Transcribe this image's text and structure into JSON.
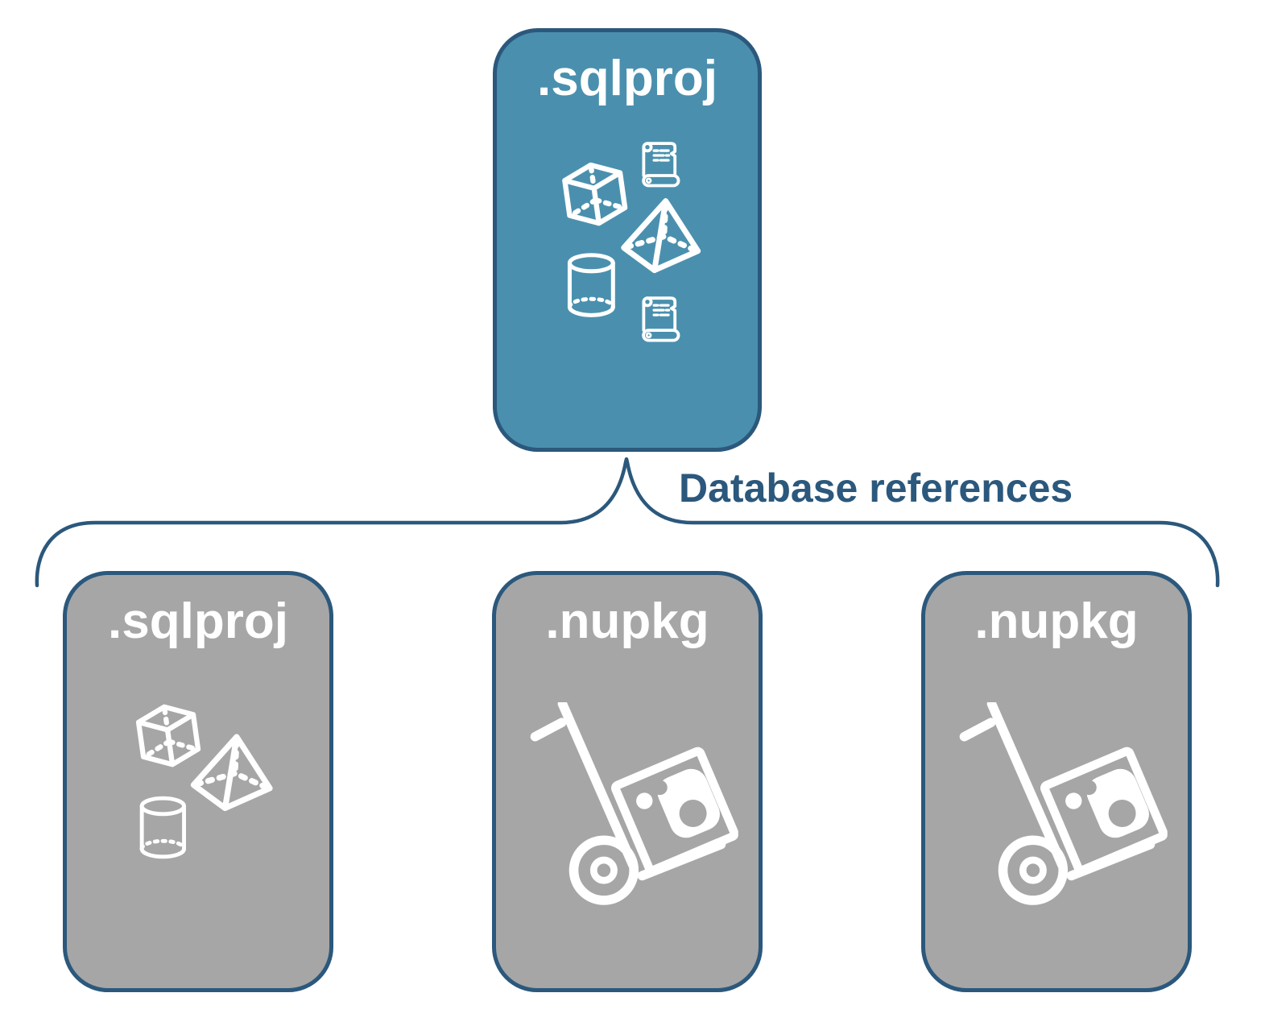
{
  "diagram": {
    "root": {
      "label": ".sqlproj"
    },
    "connector": {
      "label": "Database references"
    },
    "children": [
      {
        "label": ".sqlproj"
      },
      {
        "label": ".nupkg"
      },
      {
        "label": ".nupkg"
      }
    ]
  },
  "colors": {
    "background": "#ffffff",
    "root_fill": "#4a90ae",
    "child_fill": "#a6a6a6",
    "line": "#2b587c",
    "icon_stroke": "#ffffff",
    "title_text": "#ffffff"
  }
}
